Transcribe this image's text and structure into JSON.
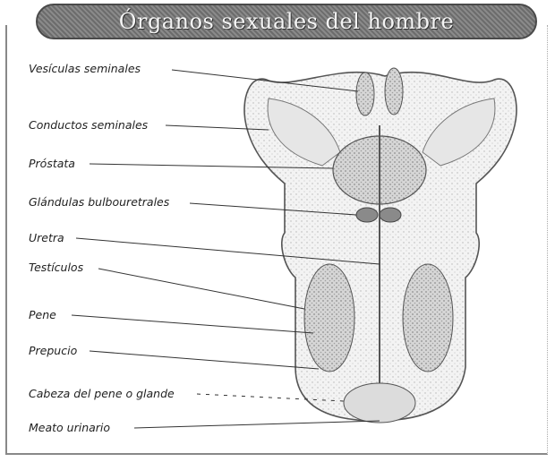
{
  "title": "Órganos sexuales del hombre",
  "labels": [
    {
      "id": "vesiculas",
      "text": "Vesículas seminales"
    },
    {
      "id": "conductos",
      "text": "Conductos seminales"
    },
    {
      "id": "prostata",
      "text": "Próstata"
    },
    {
      "id": "glandulas",
      "text": "Glándulas bulbouretrales"
    },
    {
      "id": "uretra",
      "text": "Uretra"
    },
    {
      "id": "testiculos",
      "text": "Testículos"
    },
    {
      "id": "pene",
      "text": "Pene"
    },
    {
      "id": "prepucio",
      "text": "Prepucio"
    },
    {
      "id": "cabeza",
      "text": "Cabeza del pene o glande"
    },
    {
      "id": "meato",
      "text": "Meato urinario"
    }
  ]
}
